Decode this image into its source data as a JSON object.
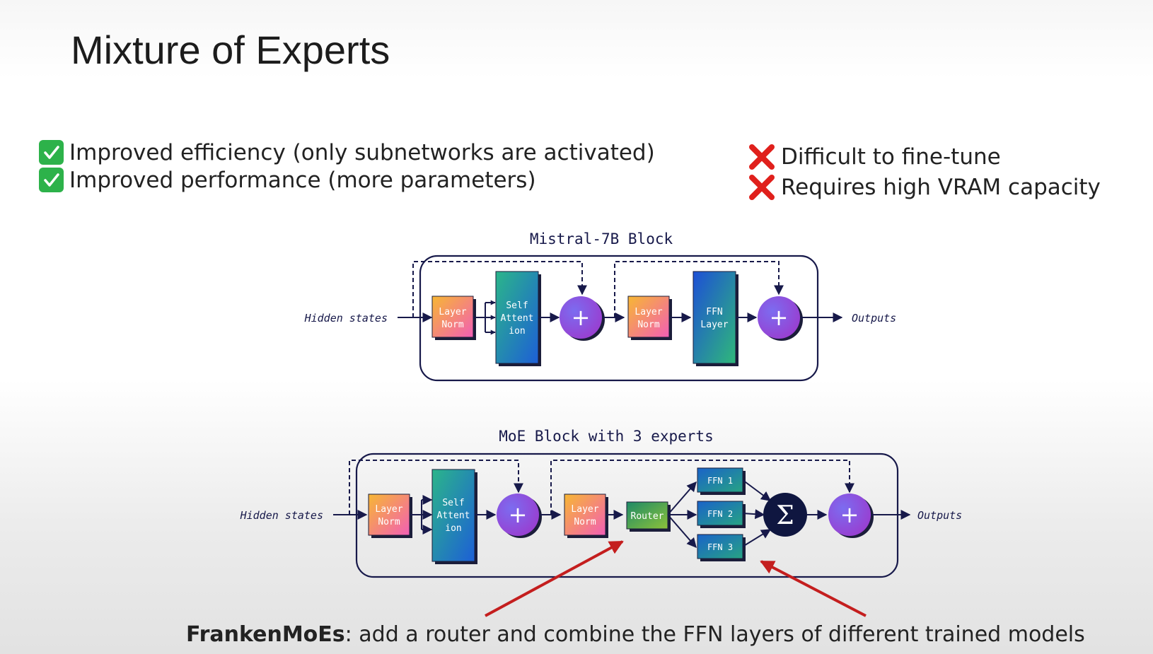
{
  "slide": {
    "title": "Mixture of Experts",
    "pros": [
      {
        "icon": "check-mark-icon",
        "text": "Improved efficiency (only subnetworks are activated)"
      },
      {
        "icon": "check-mark-icon",
        "text": "Improved performance (more parameters)"
      }
    ],
    "cons": [
      {
        "icon": "red-x-icon",
        "text": "Difficult to fine-tune"
      },
      {
        "icon": "red-x-icon",
        "text": "Requires high VRAM capacity"
      }
    ],
    "footnote": {
      "bold": "FrankenMoEs",
      "rest": ": add a router and combine the FFN layers of different trained models"
    }
  },
  "mistral_block": {
    "title": "Mistral-7B Block",
    "input": "Hidden states",
    "output": "Outputs",
    "layer_norm": [
      "Layer",
      "Norm"
    ],
    "self_attention": [
      "Self",
      "Attent",
      "ion"
    ],
    "ffn": [
      "FFN",
      "Layer"
    ],
    "plus": "+"
  },
  "moe_block": {
    "title": "MoE Block with 3 experts",
    "input": "Hidden states",
    "output": "Outputs",
    "layer_norm": [
      "Layer",
      "Norm"
    ],
    "self_attention": [
      "Self",
      "Attent",
      "ion"
    ],
    "router": "Router",
    "experts": [
      "FFN 1",
      "FFN 2",
      "FFN 3"
    ],
    "sum": "Σ",
    "plus": "+"
  },
  "colors": {
    "frame": "#17194a",
    "arrow_red": "#c41e1e",
    "check_green": "#2db24a",
    "cross_red": "#e0201c"
  }
}
